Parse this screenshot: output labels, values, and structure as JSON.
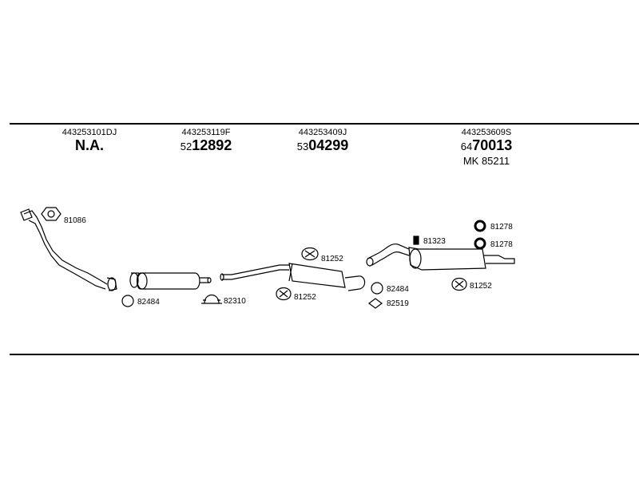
{
  "columns": [
    {
      "oem": "443253101DJ",
      "code": "N.A.",
      "code_prefix": "",
      "extra": ""
    },
    {
      "oem": "443253119F",
      "code": "12892",
      "code_prefix": "52",
      "extra": ""
    },
    {
      "oem": "443253409J",
      "code": "04299",
      "code_prefix": "53",
      "extra": ""
    },
    {
      "oem": "443253609S",
      "code": "70013",
      "code_prefix": "64",
      "extra": "MK  85211"
    }
  ],
  "parts": {
    "gasket_front": "81086",
    "ring_front": "82484",
    "clamp": "82310",
    "hanger_mid_top": "81252",
    "hanger_mid_bottom": "81252",
    "ring_rear": "82484",
    "gasket_rear": "82519",
    "bumper": "81323",
    "ring_81278_a": "81278",
    "ring_81278_b": "81278",
    "hanger_rear": "81252"
  }
}
